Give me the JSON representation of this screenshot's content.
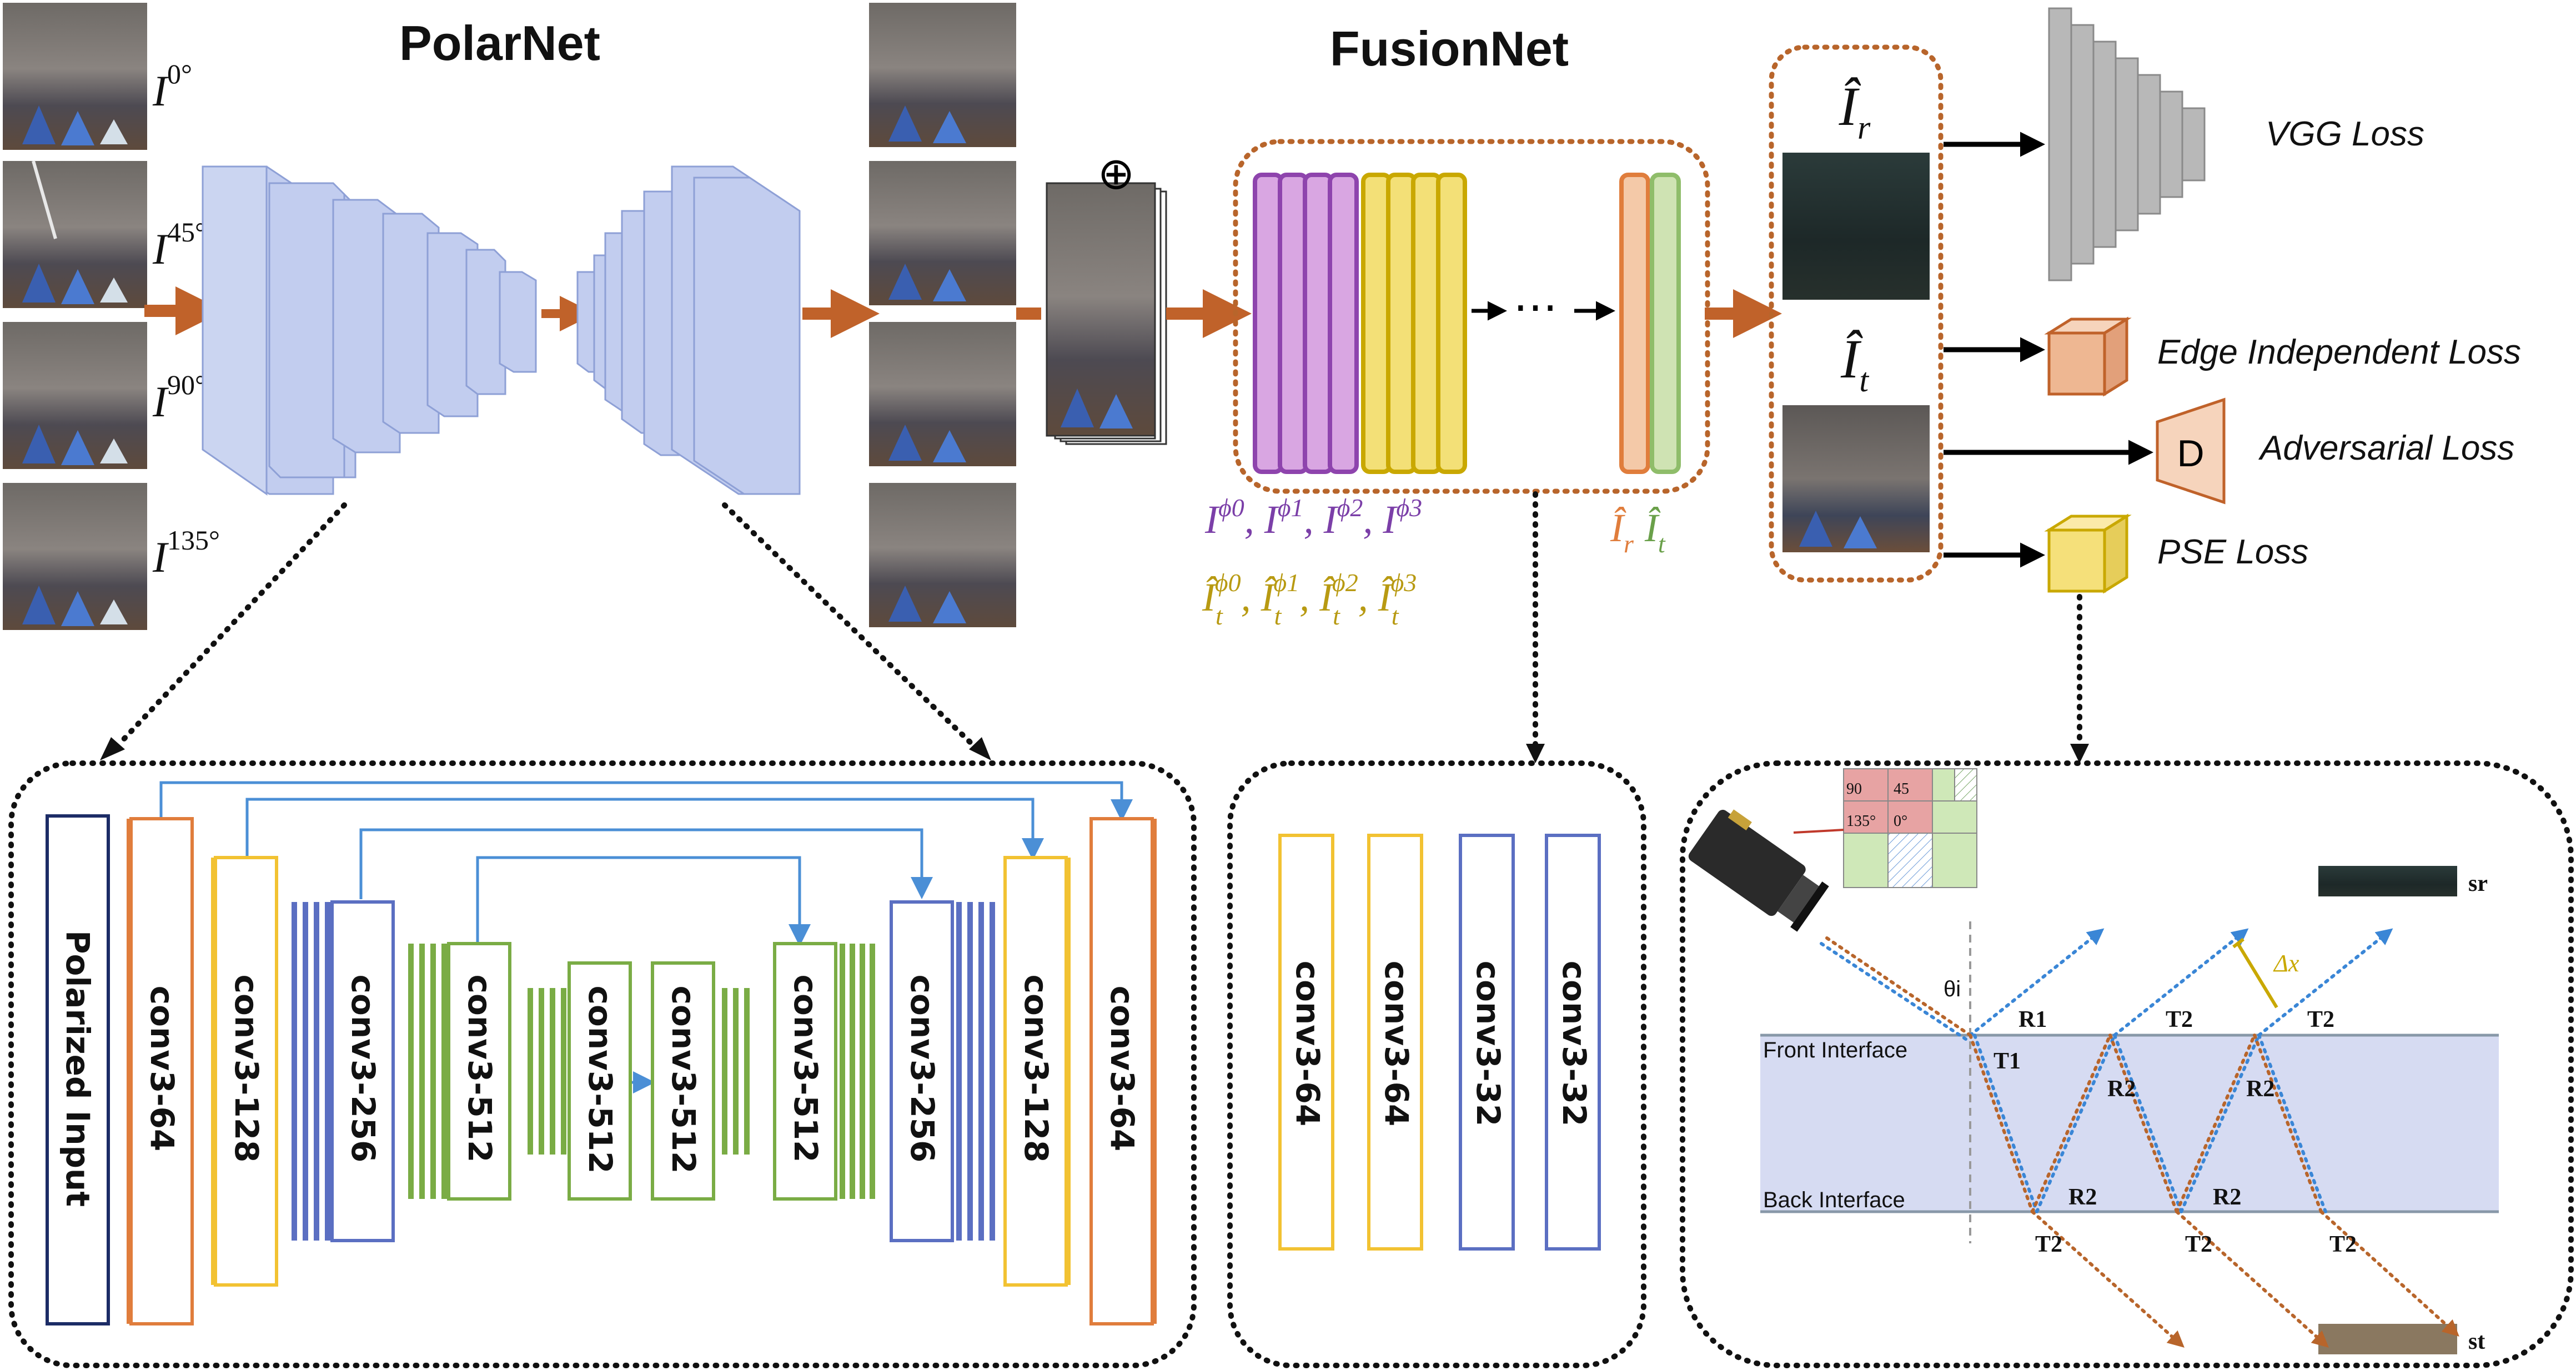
{
  "polarnet": {
    "title": "PolarNet",
    "inputs": [
      "0°",
      "45°",
      "90°",
      "135°"
    ],
    "layers": [
      "Polarized Input",
      "conv3-64",
      "conv3-128",
      "conv3-256",
      "conv3-512",
      "conv3-512",
      "conv3-512",
      "conv3-512",
      "conv3-256",
      "conv3-128",
      "conv3-64"
    ]
  },
  "fusionnet": {
    "title": "FusionNet",
    "concat_symbol": "⊕",
    "ellipsis": "⋯",
    "label_line1": [
      "ϕ0",
      "ϕ1",
      "ϕ2",
      "ϕ3"
    ],
    "label_line2": [
      "ϕ0",
      "ϕ1",
      "ϕ2",
      "ϕ3"
    ],
    "output_labels": [
      "r",
      "t"
    ],
    "layers": [
      "conv3-64",
      "conv3-64",
      "conv3-32",
      "conv3-32"
    ]
  },
  "outputs": {
    "reflection": "r",
    "transmission": "t"
  },
  "losses": {
    "vgg": "VGG Loss",
    "edge": "Edge Independent Loss",
    "adversarial": "Adversarial Loss",
    "discriminator": "D",
    "pse": "PSE Loss"
  },
  "physics": {
    "front_interface": "Front Interface",
    "back_interface": "Back Interface",
    "theta": "θi",
    "delta_x": "Δx",
    "sensor_cells": [
      "90",
      "45",
      "135°",
      "0°"
    ],
    "s_r": "sr",
    "s_t": "st",
    "labels": {
      "R1": "R1",
      "T1": "T1",
      "R2": "R2",
      "T2": "T2"
    }
  },
  "colors": {
    "block_blue": "#c2cdef",
    "orange_arrow": "#c0622a",
    "purple": "#d9a6e2",
    "gold": "#f3e077",
    "conv64": "#e07d3c",
    "conv128": "#f2c232",
    "conv256": "#5b6fc2",
    "conv512": "#7aac45",
    "dotted_orange": "#b8652b",
    "dotted_blue": "#4b8fd6"
  }
}
